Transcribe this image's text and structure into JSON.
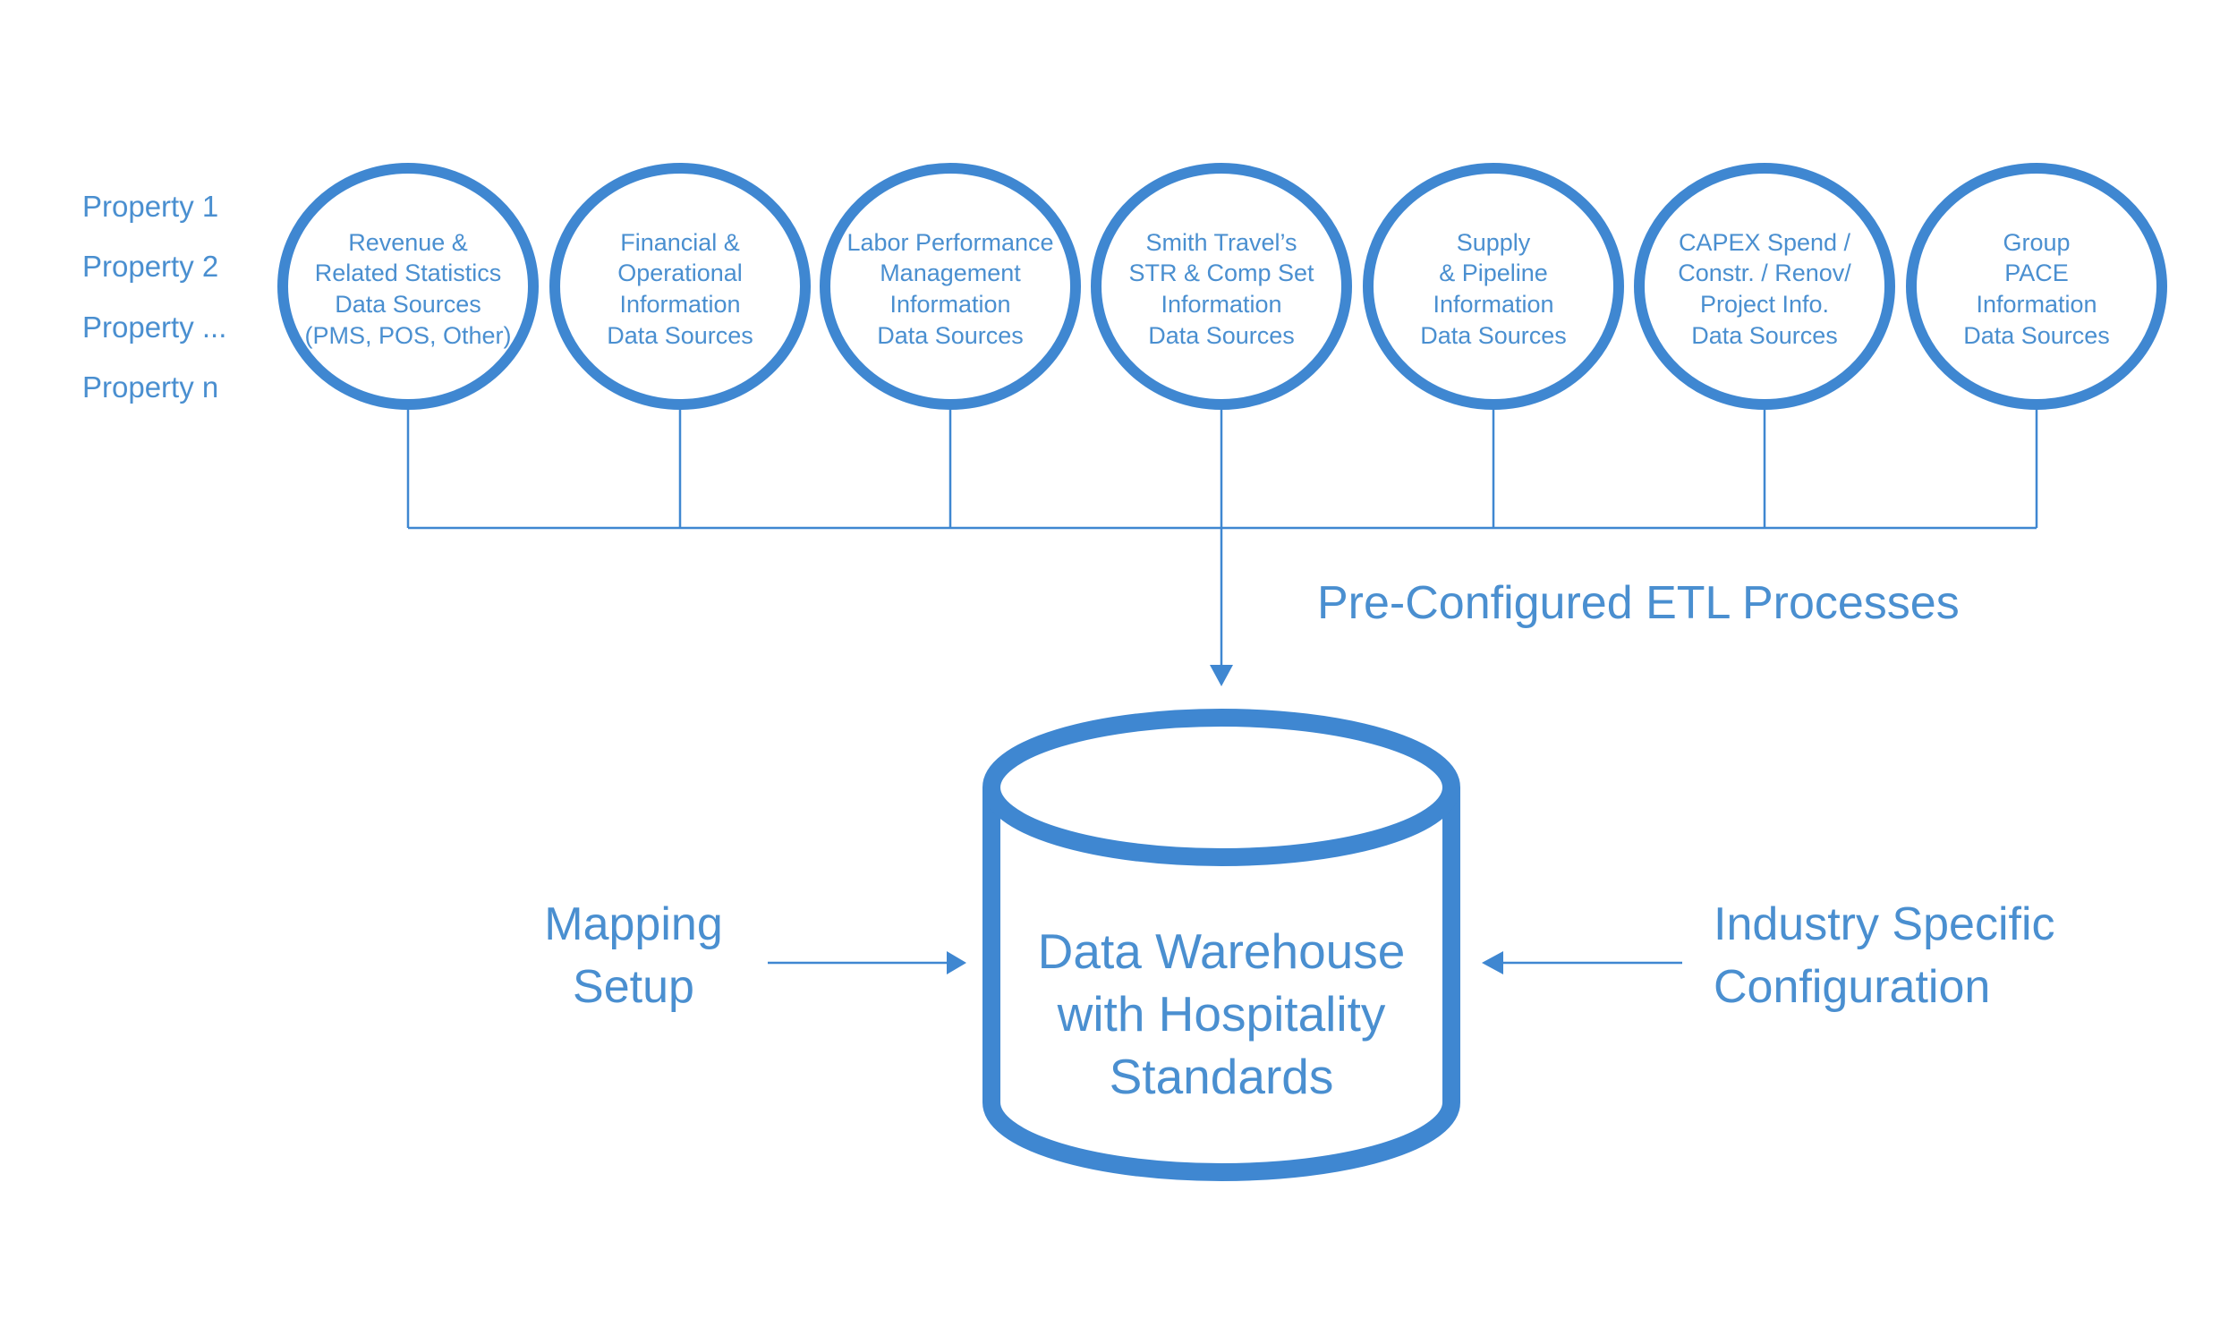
{
  "colors": {
    "accent": "#3f87d1",
    "text": "#4a8fd0",
    "background": "#ffffff"
  },
  "properties": [
    "Property 1",
    "Property 2",
    "Property ...",
    "Property n"
  ],
  "sources": [
    {
      "lines": [
        "Revenue &",
        "Related Statistics",
        "Data Sources",
        "(PMS, POS, Other)"
      ]
    },
    {
      "lines": [
        "Financial &",
        "Operational",
        "Information",
        "Data Sources"
      ]
    },
    {
      "lines": [
        "Labor Performance",
        "Management",
        "Information",
        "Data Sources"
      ]
    },
    {
      "lines": [
        "Smith Travel’s",
        "STR & Comp Set",
        "Information",
        "Data Sources"
      ]
    },
    {
      "lines": [
        "Supply",
        "& Pipeline",
        "Information",
        "Data Sources"
      ]
    },
    {
      "lines": [
        "CAPEX Spend /",
        "Constr. / Renov/",
        "Project Info.",
        "Data Sources"
      ]
    },
    {
      "lines": [
        "Group",
        "PACE",
        "Information",
        "Data Sources"
      ]
    }
  ],
  "etl_label": "Pre-Configured ETL Processes",
  "warehouse": {
    "lines": [
      "Data Warehouse",
      "with Hospitality",
      "Standards"
    ]
  },
  "left_input": {
    "lines": [
      "Mapping",
      "Setup"
    ]
  },
  "right_input": {
    "lines": [
      "Industry Specific",
      "Configuration"
    ]
  }
}
